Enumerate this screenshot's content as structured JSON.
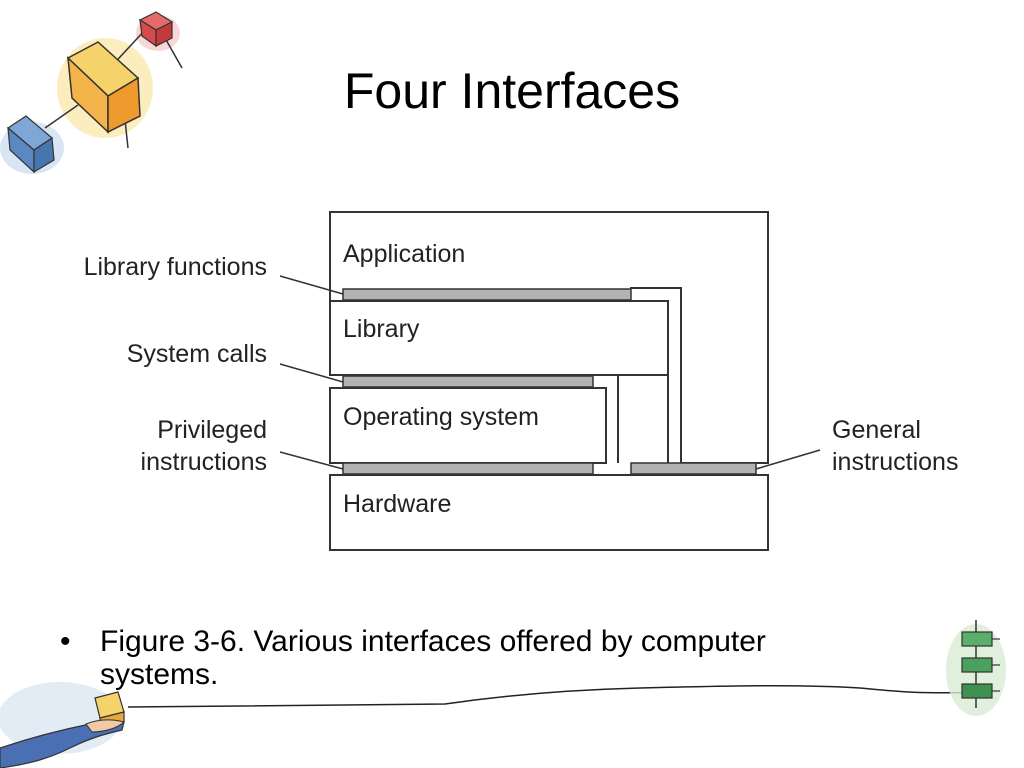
{
  "slide": {
    "title": "Four Interfaces",
    "bullet_symbol": "•",
    "bullet_text": "Figure 3-6. Various interfaces offered by computer systems."
  },
  "diagram": {
    "layers": {
      "application": "Application",
      "library": "Library",
      "operating_system": "Operating system",
      "hardware": "Hardware"
    },
    "interfaces": {
      "library_functions": "Library functions",
      "system_calls": "System calls",
      "privileged_line1": "Privileged",
      "privileged_line2": "instructions",
      "general_line1": "General",
      "general_line2": "instructions"
    },
    "colors": {
      "box_stroke": "#333333",
      "interface_fill": "#b3b3b3",
      "text": "#222222"
    }
  },
  "decorations": [
    "box-cluster-illustration",
    "hand-holding-box-illustration",
    "green-flowchart-illustration",
    "handwritten-rule-line"
  ]
}
